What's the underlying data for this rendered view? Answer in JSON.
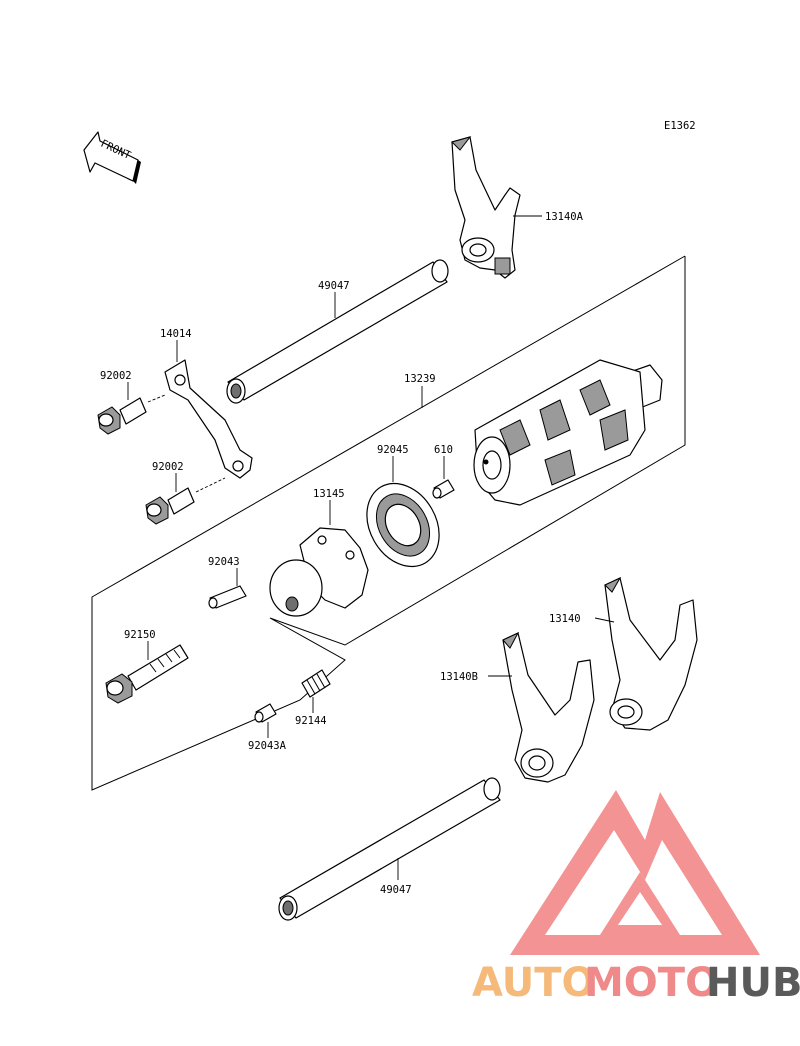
{
  "diagram_code": "E1362",
  "front_label": "FRONT",
  "parts": {
    "p13140A": "13140A",
    "p49047_top": "49047",
    "p14014": "14014",
    "p92002_a": "92002",
    "p92002_b": "92002",
    "p13239": "13239",
    "p92045": "92045",
    "p610": "610",
    "p13145": "13145",
    "p92043": "92043",
    "p92150": "92150",
    "p92144": "92144",
    "p92043A": "92043A",
    "p13140": "13140",
    "p13140B": "13140B",
    "p49047_bottom": "49047"
  },
  "watermark": {
    "auto": "AUTO",
    "moto": "MOTO",
    "hub": "HUB",
    "colors": {
      "auto": "#f5b97a",
      "moto": "#f08a8a",
      "hub": "#5a5a5a",
      "logo": "#f07070"
    }
  }
}
